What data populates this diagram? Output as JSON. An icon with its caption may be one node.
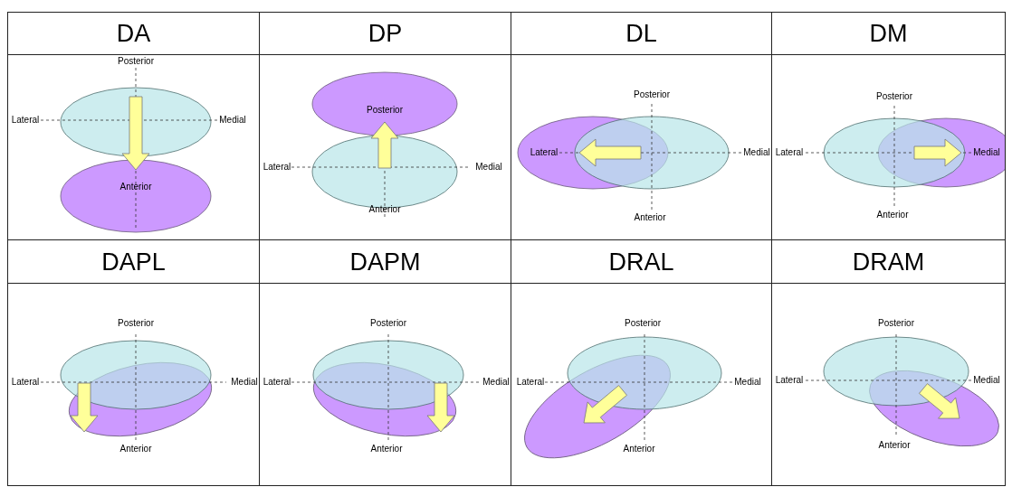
{
  "diagram": {
    "nodes": [
      {
        "text": [
          "DA"
        ]
      },
      {
        "text": [
          "DP"
        ]
      },
      {
        "text": [
          "DL"
        ]
      },
      {
        "text": [
          "DM"
        ]
      },
      {
        "text": [
          "DAPL"
        ]
      },
      {
        "text": [
          "DAPM"
        ]
      },
      {
        "text": [
          "DRAL"
        ]
      },
      {
        "text": [
          "DRAM"
        ]
      }
    ],
    "labels": [
      "Posterior",
      "Lateral",
      "Medial",
      "Anterior",
      "Posterior",
      "Lateral",
      "Medial",
      "Anterior",
      "Posterior",
      "Lateral",
      "Medial",
      "Anterior",
      "Posterior",
      "Lateral",
      "Medial",
      "Anterior",
      "Posterior",
      "Lateral",
      "Medial",
      "Anterior",
      "Posterior",
      "Lateral",
      "Medial",
      "Anterior",
      "Posterior",
      "Lateral",
      "Medial",
      "Anterior",
      "Posterior",
      "Lateral",
      "Medial",
      "Anterior"
    ]
  }
}
